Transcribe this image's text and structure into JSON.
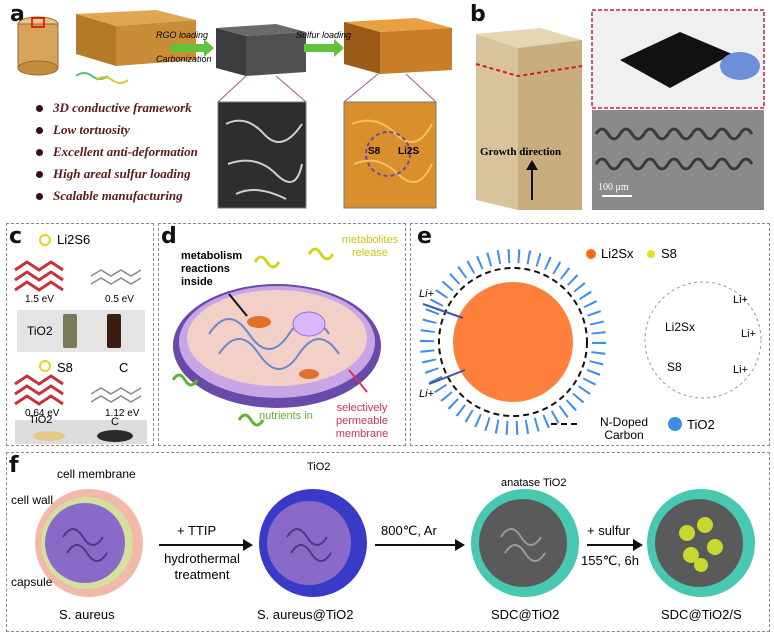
{
  "panel_a": {
    "label": "a",
    "arrow1_top": "RGO loading",
    "arrow1_bottom": "Carbonization",
    "arrow2_top": "Sulfur loading",
    "s8": "S8",
    "li2s": "Li2S",
    "bullets": [
      "3D conductive framework",
      "Low tortuosity",
      "Excellent anti-deformation",
      "High areal sulfur loading",
      "Scalable manufacturing"
    ]
  },
  "panel_b": {
    "label": "b",
    "growth": "Growth direction",
    "scalebar": "100 μm"
  },
  "panel_c": {
    "label": "c",
    "li2s6": "Li2S6",
    "e1": "1.5 eV",
    "e2": "0.5 eV",
    "tio2": "TiO2",
    "s8": "S8",
    "c": "C",
    "e3": "0.64 eV",
    "e4": "1.12 eV",
    "tio2b": "TiO2",
    "cb": "C"
  },
  "panel_d": {
    "label": "d",
    "metabolism": "metabolism reactions inside",
    "metabolites": "metabolites release",
    "nutrients": "nutrients in",
    "membrane": "selectively permeable membrane"
  },
  "panel_e": {
    "label": "e",
    "li2sx": "Li2Sx",
    "s8": "S8",
    "li_plus": "Li+",
    "ndoped": "N-Doped Carbon",
    "tio2": "TiO2"
  },
  "panel_f": {
    "label": "f",
    "cell_membrane": "cell membrane",
    "cell_wall": "cell wall",
    "capsule": "capsule",
    "s_aureus": "S. aureus",
    "step1_top": "+ TTIP",
    "step1_bottom": "hydrothermal treatment",
    "tio2": "TiO2",
    "s_aureus_tio2": "S. aureus@TiO2",
    "step2": "800℃, Ar",
    "anatase": "anatase TiO2",
    "sdc_tio2": "SDC@TiO2",
    "step3_top": "+ sulfur",
    "step3_bottom": "155℃, 6h",
    "sdc_tio2_s": "SDC@TiO2/S"
  },
  "colors": {
    "dark_red": "#3a0e12",
    "arrow_green": "#62c23a",
    "sphere_blue": "#3f8fe0",
    "sulfur_orange": "#ff6a1a",
    "label_green": "#5db32c",
    "label_pink": "#d2325c"
  }
}
